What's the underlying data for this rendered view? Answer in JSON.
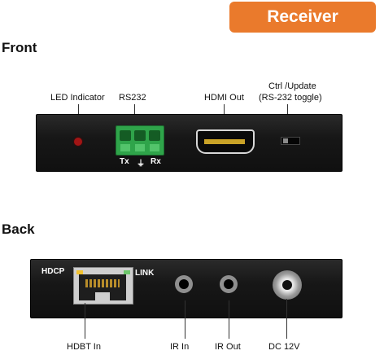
{
  "header": {
    "badge": "Receiver"
  },
  "front": {
    "title": "Front",
    "labels": {
      "led": "LED Indicator",
      "rs232": "RS232",
      "hdmi": "HDMI Out",
      "ctrl_line1": "Ctrl /Update",
      "ctrl_line2": "(RS-232 toggle)"
    },
    "pins": {
      "tx": "Tx",
      "gnd": "⏚",
      "rx": "Rx"
    }
  },
  "back": {
    "title": "Back",
    "panel_text": {
      "hdcp": "HDCP",
      "link": "LINK"
    },
    "labels": {
      "hdbt": "HDBT In",
      "ir_in": "IR In",
      "ir_out": "IR Out",
      "dc": "DC 12V"
    }
  }
}
